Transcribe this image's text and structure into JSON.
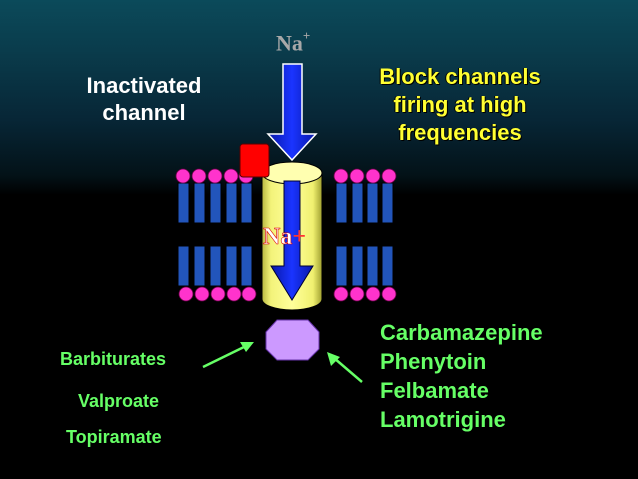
{
  "labels": {
    "na_top": "Na",
    "na_top_sup": "+",
    "inactivated_line1": "Inactivated",
    "inactivated_line2": "channel",
    "block_line1": "Block channels",
    "block_line2": "firing at high",
    "block_line3": "frequencies",
    "na_inner": "Na",
    "na_inner_sup": "+"
  },
  "left_drugs": [
    "Barbiturates",
    "Valproate",
    "Topiramate"
  ],
  "right_drugs": [
    "Carbamazepine",
    "Phenytoin",
    "Felbamate",
    "Lamotrigine"
  ],
  "colors": {
    "lipid_head": "#ff33cc",
    "lipid_tail": "#2255bb",
    "channel": "#ffff88",
    "arrow": "#0b1fd6",
    "gate": "#ff0000",
    "drug_site": "#cc88ff",
    "drug_text": "#66ff66",
    "block_text": "#ffff33"
  }
}
